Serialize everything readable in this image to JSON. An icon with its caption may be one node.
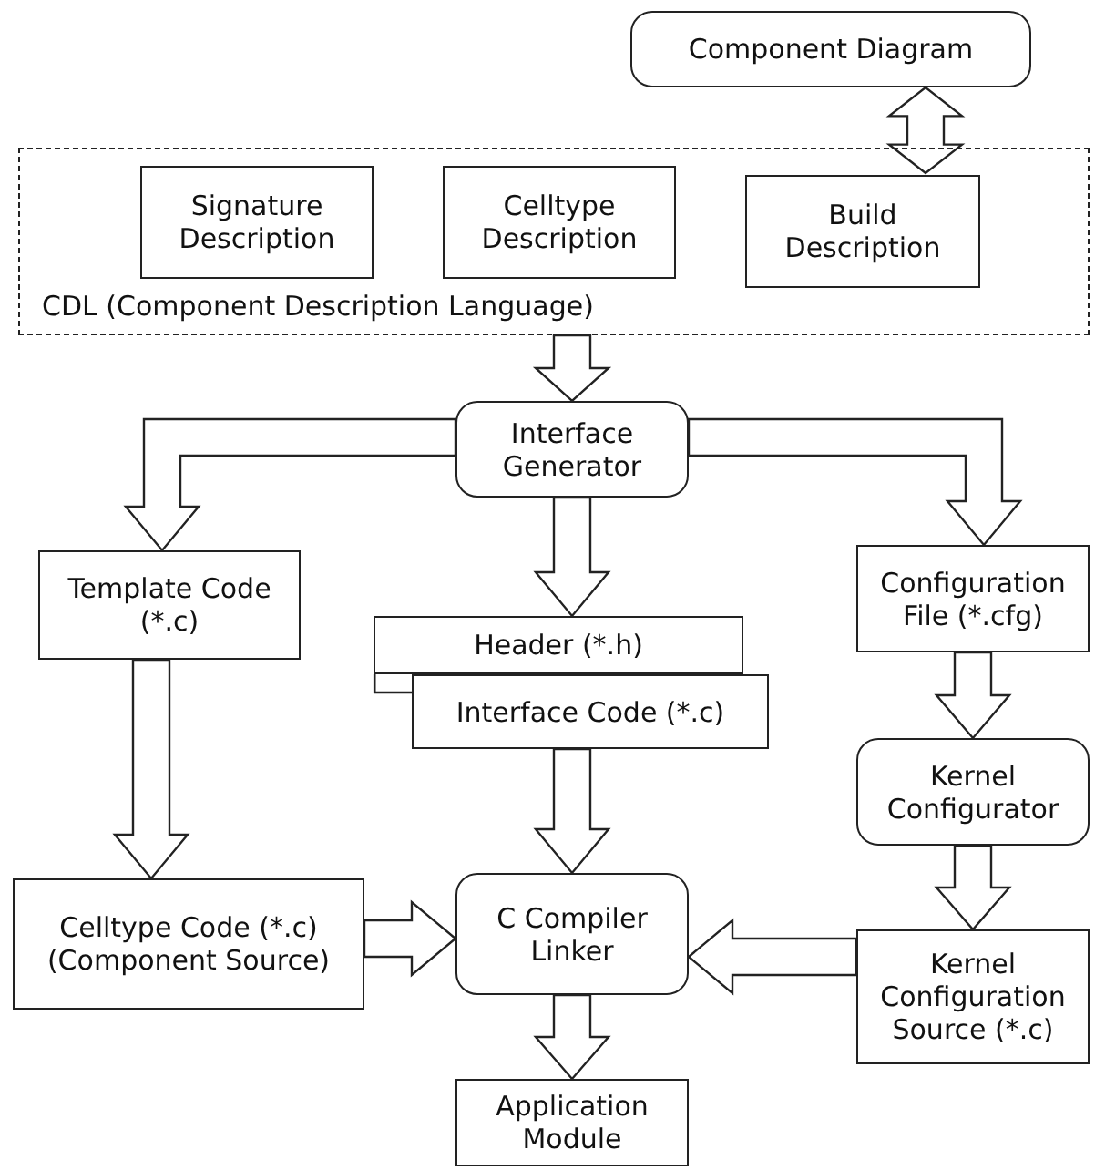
{
  "diagram": {
    "nodes": [
      {
        "text": [
          "Component Diagram"
        ]
      },
      {
        "text": [
          "CDL (Component Description Language)"
        ]
      },
      {
        "text": [
          "Signature Description"
        ],
        "in": 1
      },
      {
        "text": [
          "Celltype Description"
        ],
        "in": 1
      },
      {
        "text": [
          "Build Description"
        ],
        "in": 1
      },
      {
        "text": [
          "Interface Generator"
        ]
      },
      {
        "text": [
          "Template Code (*.c)"
        ]
      },
      {
        "text": [
          "Header (*.h)"
        ]
      },
      {
        "text": [
          "Interface Code (*.c)"
        ]
      },
      {
        "text": [
          "Configuration File (*.cfg)"
        ]
      },
      {
        "text": [
          "Kernel Configurator"
        ]
      },
      {
        "text": [
          "Celltype Code (*.c) (Component Source)"
        ]
      },
      {
        "text": [
          "C Compiler Linker"
        ]
      },
      {
        "text": [
          "Kernel Configuration Source (*.c)"
        ]
      },
      {
        "text": [
          "Application Module"
        ]
      }
    ],
    "edges": [
      {
        "from": 0,
        "to": 4,
        "arrow": "both"
      },
      {
        "from": 1,
        "to": 5,
        "arrow": "to"
      },
      {
        "from": 5,
        "to": 6,
        "arrow": "to"
      },
      {
        "from": 5,
        "to": 7,
        "arrow": "to"
      },
      {
        "from": 5,
        "to": 9,
        "arrow": "to"
      },
      {
        "from": 6,
        "to": 11,
        "arrow": "to"
      },
      {
        "from": 8,
        "to": 12,
        "arrow": "to"
      },
      {
        "from": 9,
        "to": 10,
        "arrow": "to"
      },
      {
        "from": 10,
        "to": 13,
        "arrow": "to"
      },
      {
        "from": 11,
        "to": 12,
        "arrow": "to"
      },
      {
        "from": 13,
        "to": 12,
        "arrow": "to"
      },
      {
        "from": 12,
        "to": 14,
        "arrow": "to"
      }
    ]
  }
}
